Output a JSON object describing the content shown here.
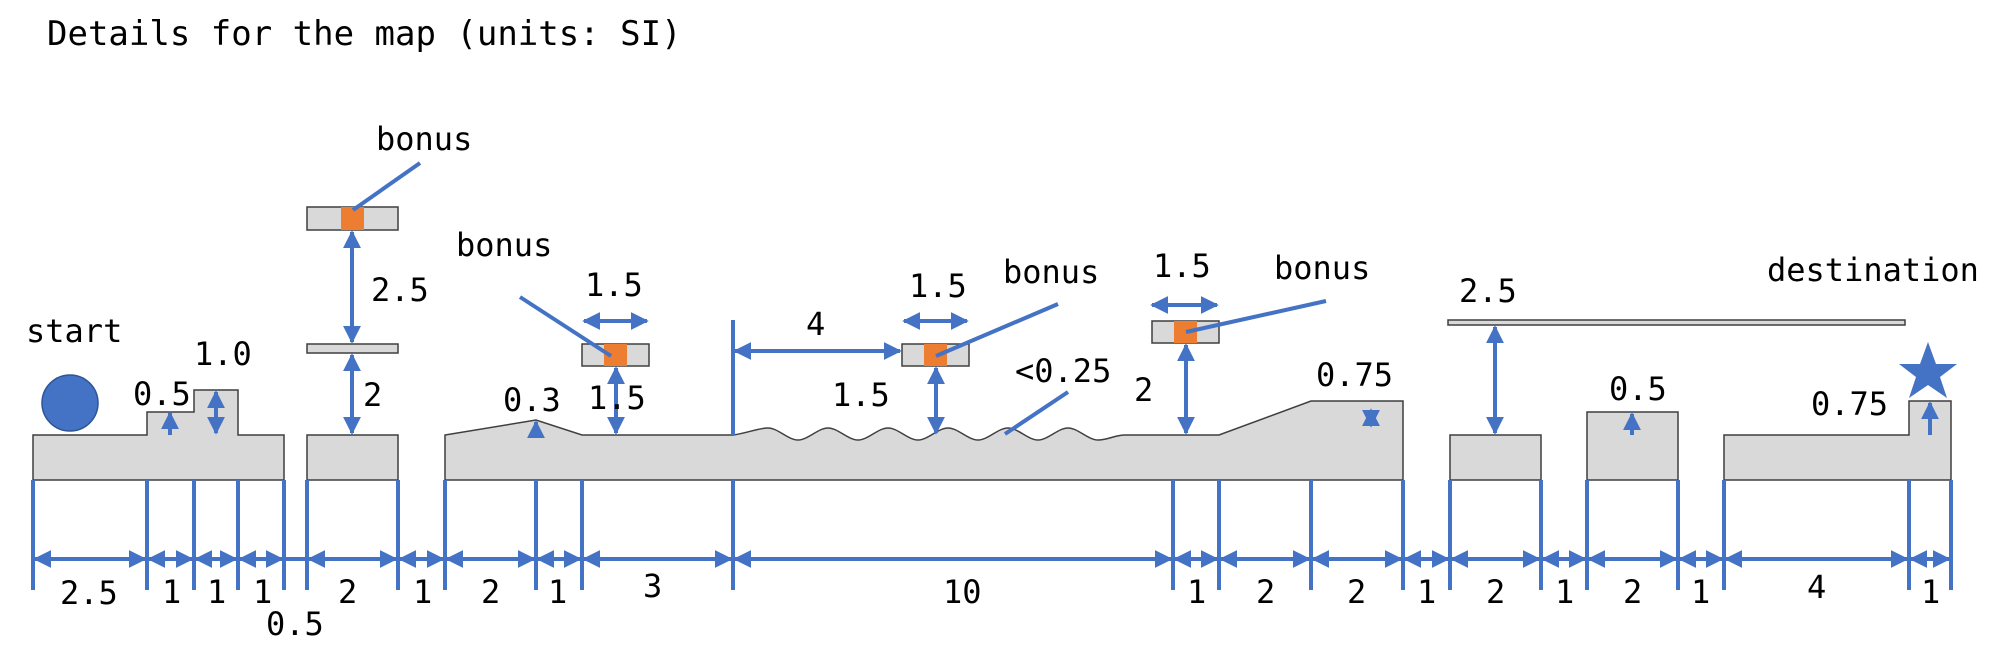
{
  "title": "Details for the map (units: SI)",
  "labels": {
    "start": "start",
    "destination": "destination",
    "bonus": "bonus"
  },
  "bottom_dimensions": [
    "2.5",
    "1",
    "1",
    "1",
    "0.5",
    "2",
    "1",
    "2",
    "1",
    "3",
    "10",
    "1",
    "2",
    "2",
    "1",
    "2",
    "1",
    "2",
    "1",
    "4",
    "1"
  ],
  "vertical_dimensions": {
    "step_low": "0.5",
    "step_high": "1.0",
    "platform_gap_top": "2.5",
    "platform_gap_bottom": "2",
    "slope_rise": "0.3",
    "bonus_a_height": "1.5",
    "bonus_b_height": "1.5",
    "wave_amplitude": "<0.25",
    "bonus_c_height": "2",
    "ramp_rise": "0.75",
    "ceiling_gap": "2.5",
    "block_rise": "0.5",
    "final_rise": "0.75"
  },
  "horizontal_dimensions": {
    "bonus_a_width": "1.5",
    "bonus_b_width": "1.5",
    "bonus_c_width": "1.5",
    "bonus_b_offset": "4"
  },
  "colors": {
    "ground": "#d9d9d9",
    "outline": "#3f3f3f",
    "annotation": "#4472c4",
    "bonus": "#ed7d31",
    "ball": "#4472c4",
    "star": "#4472c4"
  }
}
